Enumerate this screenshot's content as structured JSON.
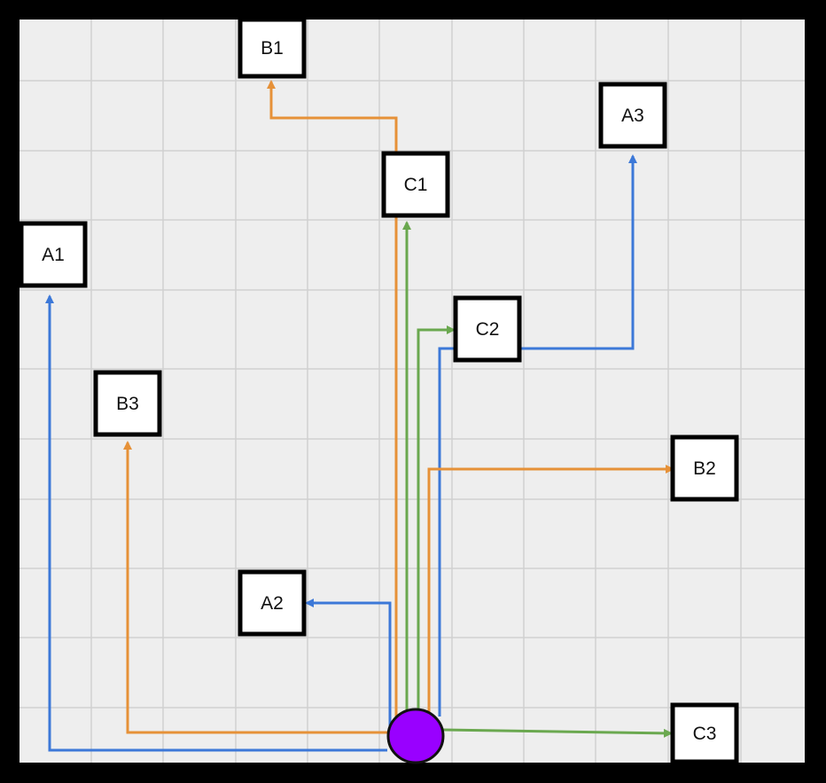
{
  "colors": {
    "grid_background": "#eeeeee",
    "grid_line": "#d0d0d0",
    "frame": "#000000",
    "node_fill": "#ffffff",
    "node_border": "#000000",
    "origin": "#9900ff",
    "route_a": "#3c78d8",
    "route_b": "#e69138",
    "route_c": "#6aa84f"
  },
  "origin": {
    "icon": "purple-circle"
  },
  "nodes": [
    {
      "id": "A1",
      "label": "A1",
      "group": "A"
    },
    {
      "id": "A2",
      "label": "A2",
      "group": "A"
    },
    {
      "id": "A3",
      "label": "A3",
      "group": "A"
    },
    {
      "id": "B1",
      "label": "B1",
      "group": "B"
    },
    {
      "id": "B2",
      "label": "B2",
      "group": "B"
    },
    {
      "id": "B3",
      "label": "B3",
      "group": "B"
    },
    {
      "id": "C1",
      "label": "C1",
      "group": "C"
    },
    {
      "id": "C2",
      "label": "C2",
      "group": "C"
    },
    {
      "id": "C3",
      "label": "C3",
      "group": "C"
    }
  ],
  "routes": [
    {
      "from": "origin",
      "to": "A1",
      "group": "A"
    },
    {
      "from": "origin",
      "to": "A2",
      "group": "A"
    },
    {
      "from": "origin",
      "to": "A3",
      "group": "A"
    },
    {
      "from": "origin",
      "to": "B1",
      "group": "B"
    },
    {
      "from": "origin",
      "to": "B2",
      "group": "B"
    },
    {
      "from": "origin",
      "to": "B3",
      "group": "B"
    },
    {
      "from": "origin",
      "to": "C1",
      "group": "C"
    },
    {
      "from": "origin",
      "to": "C2",
      "group": "C"
    },
    {
      "from": "origin",
      "to": "C3",
      "group": "C"
    }
  ]
}
